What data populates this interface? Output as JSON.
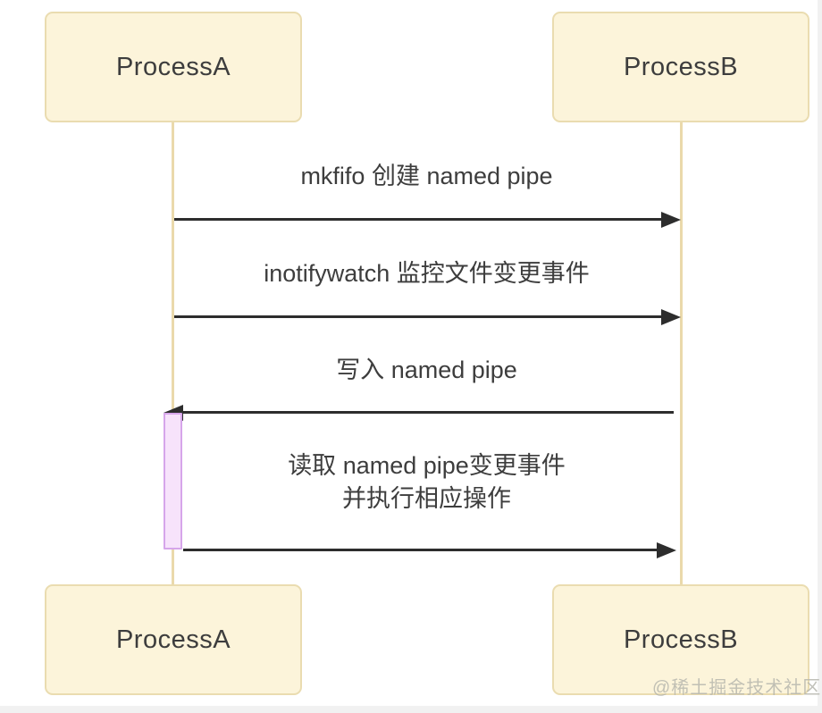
{
  "diagram": {
    "type": "sequence",
    "participants": [
      {
        "id": "A",
        "label": "ProcessA"
      },
      {
        "id": "B",
        "label": "ProcessB"
      }
    ],
    "messages": [
      {
        "from": "ProcessA",
        "to": "ProcessB",
        "direction": "right",
        "label": "mkfifo 创建 named pipe"
      },
      {
        "from": "ProcessA",
        "to": "ProcessB",
        "direction": "right",
        "label": "inotifywatch 监控文件变更事件"
      },
      {
        "from": "ProcessB",
        "to": "ProcessA",
        "direction": "left",
        "label": "写入 named pipe"
      },
      {
        "from": "ProcessA",
        "to": "ProcessB",
        "direction": "right",
        "label": "读取 named pipe变更事件",
        "label2": "并执行相应操作"
      }
    ],
    "activation": {
      "participant": "ProcessA"
    }
  },
  "watermark": "@稀土掘金技术社区",
  "colors": {
    "actor_fill": "#fcf4da",
    "actor_border": "#eadcb0",
    "lifeline": "#ead9ab",
    "text": "#3d3d3d",
    "arrow": "#2d2d2d",
    "activation_fill": "#f7e3fb",
    "activation_border": "#d6a5ea",
    "watermark": "#b7b7ae",
    "page_edge": "#f1f1f1"
  }
}
